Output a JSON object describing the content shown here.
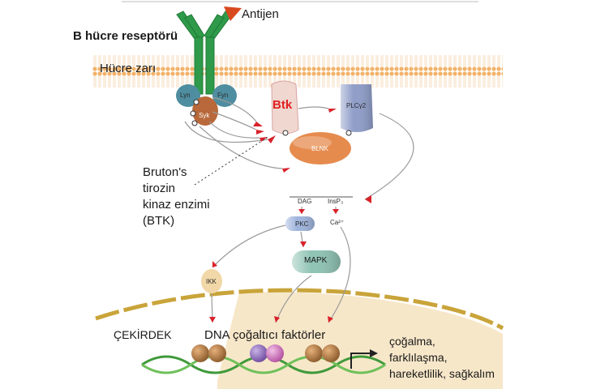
{
  "labels": {
    "antigen": "Antijen",
    "b_cell_receptor": "B hücre reseptörü",
    "cell_membrane": "Hücre zarı",
    "btk_name_line1": "Bruton's",
    "btk_name_line2": "tirozin",
    "btk_name_line3": "kinaz enzimi",
    "btk_name_line4": "(BTK)",
    "nucleus": "ÇEKİRDEK",
    "transcription_factors": "DNA çoğaltıcı faktörler",
    "outcome_line1": "çoğalma,",
    "outcome_line2": "farklılaşma,",
    "outcome_line3": "hareketlilik, sağkalım"
  },
  "proteins": {
    "lyn": "Lyn",
    "fyn": "Fyn",
    "syk": "Syk",
    "btk": "Btk",
    "plcg2": "PLCγ2",
    "blnk": "BLNK",
    "dag": "DAG",
    "insp3": "InsP₃",
    "pkc": "PKC",
    "ca": "Ca²⁺",
    "mapk": "MAPK",
    "ikk": "IKK"
  },
  "colors": {
    "receptor": "#2e9a4a",
    "antigen": "#d9491e",
    "membrane": "#f2b36b",
    "lyn_fyn": "#4f8da0",
    "syk": "#b8683a",
    "btk_body": "#f0d7cf",
    "btk_text": "#e02020",
    "plcg2": "#8f9dc8",
    "blnk": "#e68b4e",
    "pkc": "#9fb4dc",
    "mapk": "#8fc3b3",
    "nucleus": "#f7e7c9",
    "nuclear_envelope": "#c9a43a",
    "dna": "#3f9a3a",
    "arrow_head": "#d9212a"
  },
  "icons": [
    "antigen-icon",
    "receptor-icon",
    "membrane-icon",
    "dna-icon",
    "transcription-arrow-icon"
  ]
}
